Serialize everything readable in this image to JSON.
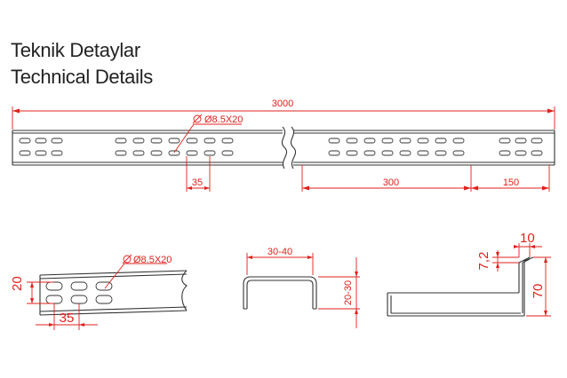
{
  "titles": {
    "tr": "Teknik Detaylar",
    "en": "Technical Details"
  },
  "main_view": {
    "total_length": "3000",
    "hole_spec": "Ø8.5X20",
    "pitch_small": "35",
    "pitch_group": "300",
    "end_spacing": "150"
  },
  "detail_view": {
    "hole_spec": "Ø8.5X20",
    "width": "20",
    "pitch": "35"
  },
  "bracket_view": {
    "width_range": "30-40",
    "height_range": "20-30"
  },
  "profile_view": {
    "flange": "10",
    "lip": "7,2",
    "height": "70"
  },
  "colors": {
    "dimension": "#e0201c",
    "outline": "#333333"
  }
}
